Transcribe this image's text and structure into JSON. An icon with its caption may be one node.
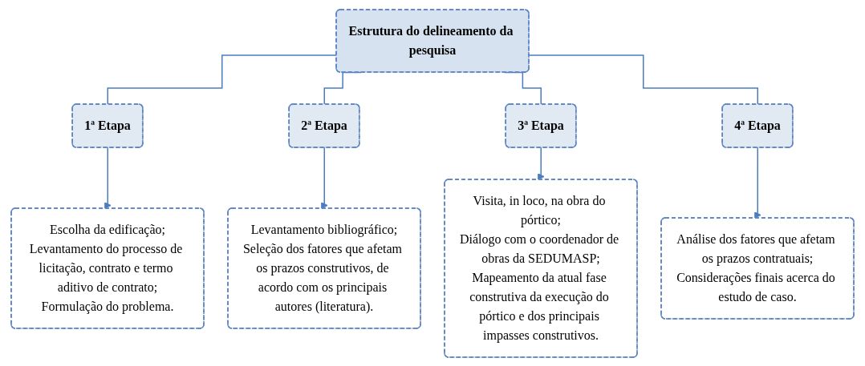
{
  "diagram": {
    "nodes": [
      {
        "text": [
          "Estrutura do delineamento da pesquisa"
        ]
      },
      {
        "text": [
          "1ª Etapa"
        ]
      },
      {
        "text": [
          "2ª Etapa"
        ]
      },
      {
        "text": [
          "3ª Etapa"
        ]
      },
      {
        "text": [
          "4ª Etapa"
        ]
      },
      {
        "text": [
          "Escolha da edificação;",
          "Levantamento do processo de licitação, contrato e termo aditivo de contrato;",
          "Formulação do problema."
        ]
      },
      {
        "text": [
          "Levantamento bibliográfico;",
          "Seleção dos fatores que afetam os prazos construtivos, de acordo com os principais autores (literatura)."
        ]
      },
      {
        "text": [
          "Visita, in loco, na obra do pórtico;",
          "Diálogo com o coordenador de obras da SEDUMASP;",
          "Mapeamento da atual fase construtiva da execução do pórtico e dos principais impasses construtivos."
        ]
      },
      {
        "text": [
          "Análise dos fatores que afetam os prazos contratuais;",
          "Considerações finais acerca do estudo de caso."
        ]
      }
    ],
    "edges": [
      {
        "from": 0,
        "to": 1,
        "arrow": "none"
      },
      {
        "from": 0,
        "to": 2,
        "arrow": "none"
      },
      {
        "from": 0,
        "to": 3,
        "arrow": "none"
      },
      {
        "from": 0,
        "to": 4,
        "arrow": "none"
      },
      {
        "from": 1,
        "to": 5,
        "arrow": "to"
      },
      {
        "from": 2,
        "to": 6,
        "arrow": "to"
      },
      {
        "from": 3,
        "to": 7,
        "arrow": "to"
      },
      {
        "from": 4,
        "to": 8,
        "arrow": "to"
      }
    ]
  }
}
